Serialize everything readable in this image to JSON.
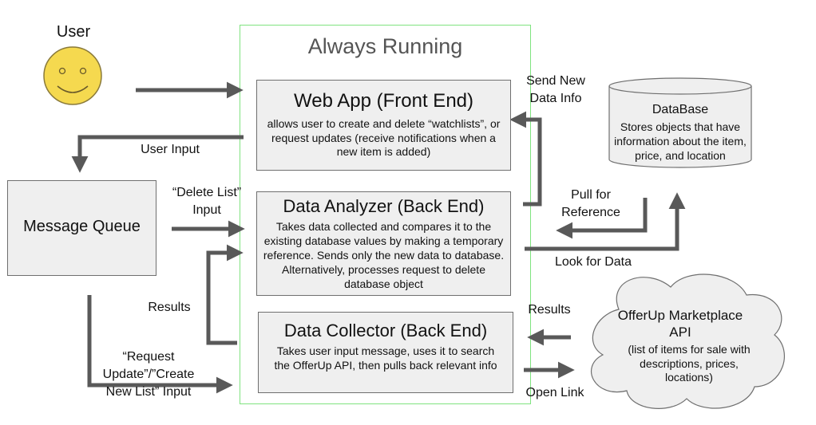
{
  "user": {
    "label": "User"
  },
  "always_running": {
    "title": "Always Running"
  },
  "web_app": {
    "title": "Web App (Front End)",
    "description": "allows user to create and delete “watchlists”, or request updates (receive notifications when a new item is added)"
  },
  "data_analyzer": {
    "title": "Data Analyzer (Back End)",
    "description": "Takes data collected and compares it to the existing database values by making a temporary reference. Sends only the new data to database. Alternatively, processes request to delete database object"
  },
  "data_collector": {
    "title": "Data Collector (Back End)",
    "description": "Takes user input message, uses it to search the OfferUp API, then pulls back relevant info"
  },
  "message_queue": {
    "title": "Message Queue"
  },
  "database": {
    "title": "DataBase",
    "description": "Stores objects that have information about the item, price, and location"
  },
  "offerup_api": {
    "title": "OfferUp Marketplace API",
    "description": "(list of items for sale with descriptions, prices, locations)"
  },
  "labels": {
    "user_input": "User Input",
    "delete_list_input": "“Delete List” Input",
    "results_left": "Results",
    "request_update_input": "“Request Update”/”Create New List” Input",
    "send_new_data_info": "Send New Data Info",
    "pull_for_reference": "Pull for Reference",
    "look_for_data": "Look for Data",
    "results_right": "Results",
    "open_link": "Open Link"
  },
  "colors": {
    "container_border": "#7fe37f",
    "box_fill": "#efefef",
    "arrow": "#595959",
    "smiley": "#f5d94f"
  }
}
